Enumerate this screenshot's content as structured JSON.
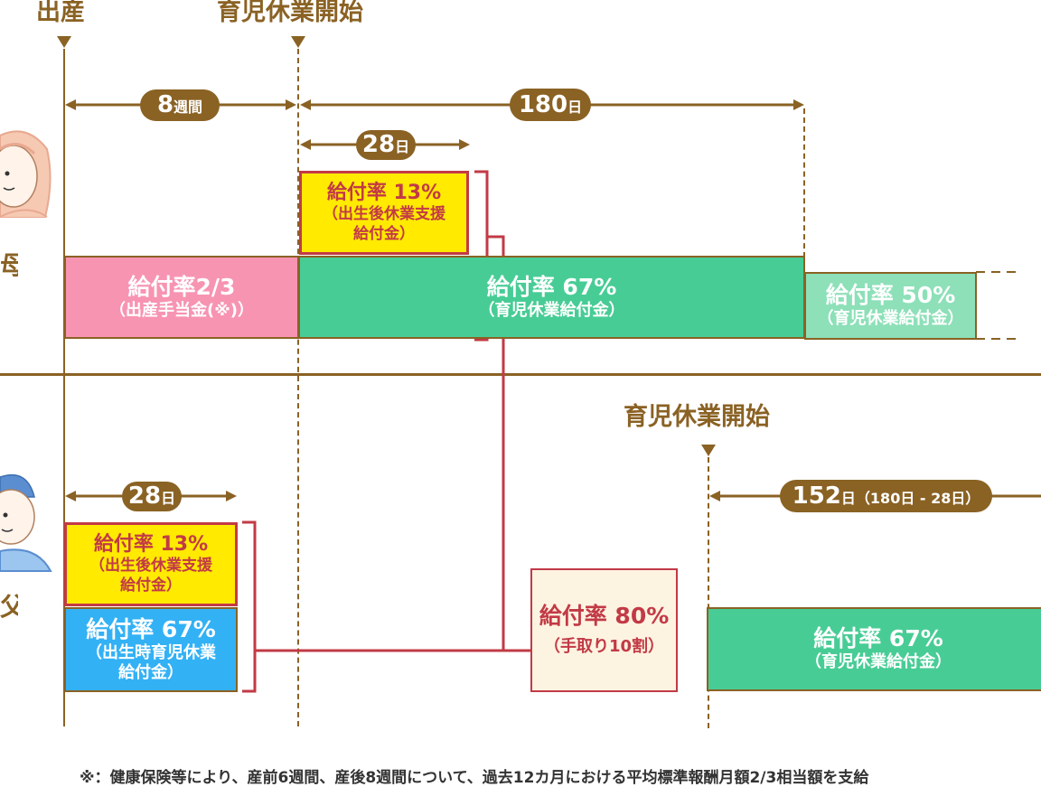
{
  "headers": {
    "birth": "出産",
    "mother_leave_start": "育児休業開始",
    "father_leave_start": "育児休業開始"
  },
  "labels": {
    "mother": "母",
    "father": "父"
  },
  "durations": {
    "mother_8weeks_num": "8",
    "mother_8weeks_unit": "週間",
    "mother_180_num": "180",
    "mother_180_unit": "日",
    "mother_28_num": "28",
    "mother_28_unit": "日",
    "father_28_num": "28",
    "father_28_unit": "日",
    "father_152_num": "152",
    "father_152_unit": "日",
    "father_152_note": "（180日 - 28日）"
  },
  "boxes": {
    "mother_support": {
      "rate": "給付率 13%",
      "line1": "（出生後休業支援",
      "line2": "給付金）"
    },
    "mother_maternity": {
      "rate": "給付率2/3",
      "line1": "（出産手当金(※)）"
    },
    "mother_childcare67": {
      "rate": "給付率 67%",
      "line1": "（育児休業給付金）"
    },
    "mother_childcare50": {
      "rate": "給付率 50%",
      "line1": "（育児休業給付金）"
    },
    "father_support": {
      "rate": "給付率 13%",
      "line1": "（出生後休業支援",
      "line2": "給付金）"
    },
    "father_birth67": {
      "rate": "給付率 67%",
      "line1": "（出生時育児休業",
      "line2": "給付金）"
    },
    "total80": {
      "rate": "給付率 80%",
      "line1": "（手取り10割）"
    },
    "father_childcare67": {
      "rate": "給付率 67%",
      "line1": "（育児休業給付金）"
    }
  },
  "footnote": "※：健康保険等により、産前6週間、産後8週間について、過去12カ月における平均標準報酬月額2/3相当額を支給",
  "colors": {
    "brown": "#8a6224",
    "red": "#c23a46",
    "yellow": "#ffea00",
    "pink": "#f794b2",
    "green": "#48cc95",
    "light_green": "#8de0b8",
    "blue": "#33b1f5",
    "cream": "#fdf3e1"
  },
  "icons": [
    "mother-avatar-icon",
    "father-avatar-icon"
  ]
}
